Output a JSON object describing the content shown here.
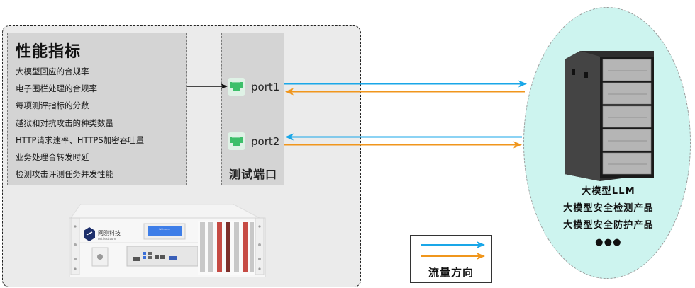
{
  "metrics_panel": {
    "title": "性能指标",
    "items": [
      "大模型回应的合规率",
      "电子围栏处理的合规率",
      "每项测评指标的分数",
      "越狱和对抗攻击的种类数量",
      "HTTP请求速率、HTTPS加密吞吐量",
      "业务处理合转发时延",
      "检测攻击评测任务并发性能"
    ]
  },
  "ports_panel": {
    "caption": "测试端口",
    "ports": [
      {
        "label": "port1",
        "icon": "ethernet-port-icon"
      },
      {
        "label": "port2",
        "icon": "ethernet-port-icon"
      }
    ]
  },
  "appliance": {
    "brand": "网测科技",
    "brand_sub": "netitest.com",
    "lcd_text": "Welcome"
  },
  "target": {
    "icon": "server-rack-icon",
    "labels": [
      "大模型LLM",
      "大模型安全检测产品",
      "大模型安全防护产品"
    ],
    "more": "●●●"
  },
  "legend": {
    "caption": "流量方向"
  },
  "colors": {
    "blue_flow": "#1aa7e8",
    "orange_flow": "#f0961c",
    "port_green": "#3dbf6a",
    "ellipse_fill": "#cdf4ef",
    "panel_gray": "#d4d4d4",
    "zone_gray": "#ebebeb"
  }
}
